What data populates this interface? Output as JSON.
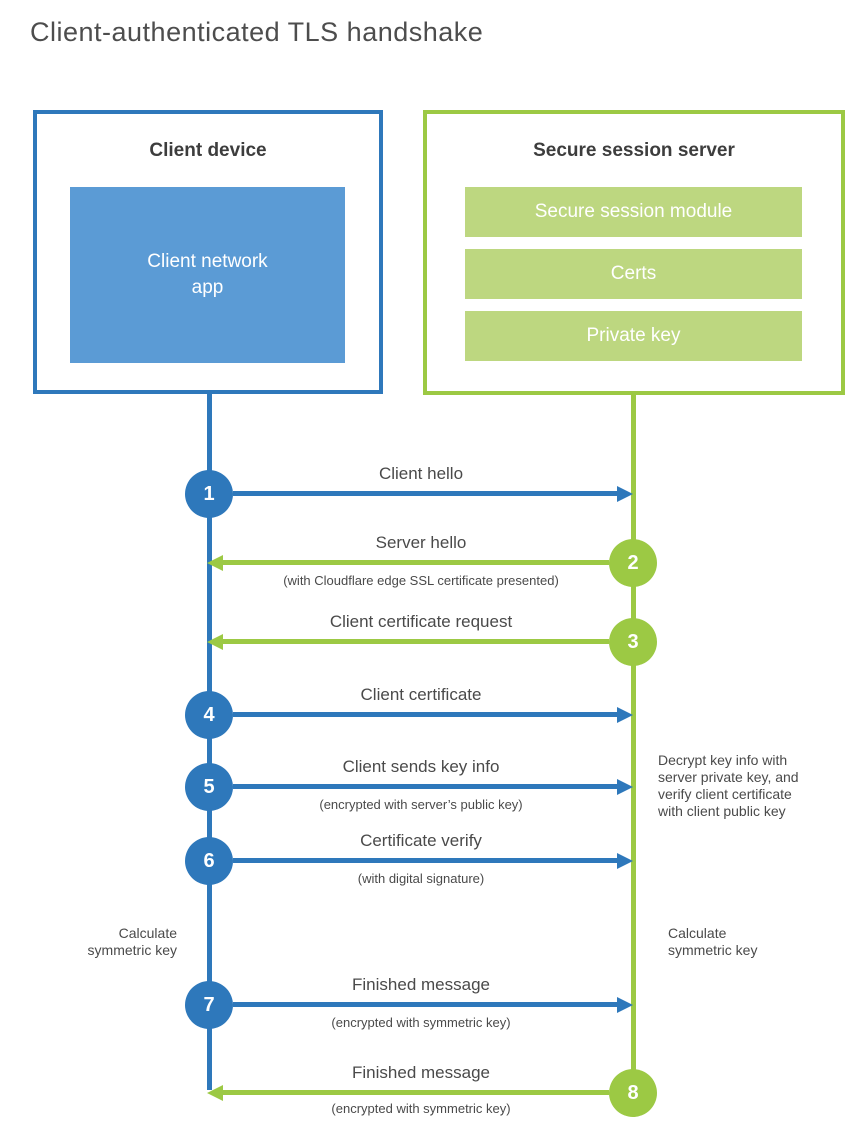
{
  "title": "Client-authenticated TLS handshake",
  "client": {
    "title": "Client device",
    "app_label": "Client network\napp"
  },
  "server": {
    "title": "Secure session server",
    "modules": {
      "module1": "Secure session module",
      "module2": "Certs",
      "module3": "Private key"
    }
  },
  "steps": [
    {
      "number": "1",
      "label": "Client hello",
      "sublabel": "",
      "from": "client",
      "to": "server"
    },
    {
      "number": "2",
      "label": "Server hello",
      "sublabel": "(with Cloudflare edge SSL certificate presented)",
      "from": "server",
      "to": "client"
    },
    {
      "number": "3",
      "label": "Client certificate request",
      "sublabel": "",
      "from": "server",
      "to": "client"
    },
    {
      "number": "4",
      "label": "Client certificate",
      "sublabel": "",
      "from": "client",
      "to": "server"
    },
    {
      "number": "5",
      "label": "Client sends key info",
      "sublabel": "(encrypted with server’s public key)",
      "from": "client",
      "to": "server"
    },
    {
      "number": "6",
      "label": "Certificate verify",
      "sublabel": "(with digital signature)",
      "from": "client",
      "to": "server"
    },
    {
      "number": "7",
      "label": "Finished message",
      "sublabel": "(encrypted with symmetric key)",
      "from": "client",
      "to": "server"
    },
    {
      "number": "8",
      "label": "Finished message",
      "sublabel": "(encrypted with symmetric key)",
      "from": "server",
      "to": "client"
    }
  ],
  "notes": {
    "decrypt": "Decrypt key info with\nserver private key, and\nverify client certificate\nwith client public key",
    "calc_left": "Calculate\nsymmetric key",
    "calc_right": "Calculate\nsymmetric key"
  },
  "colors": {
    "client_accent": "#2e78bb",
    "client_fill": "#5b9bd5",
    "server_accent": "#9cc944",
    "server_fill": "#bdd780",
    "text": "#4a4a4a"
  }
}
